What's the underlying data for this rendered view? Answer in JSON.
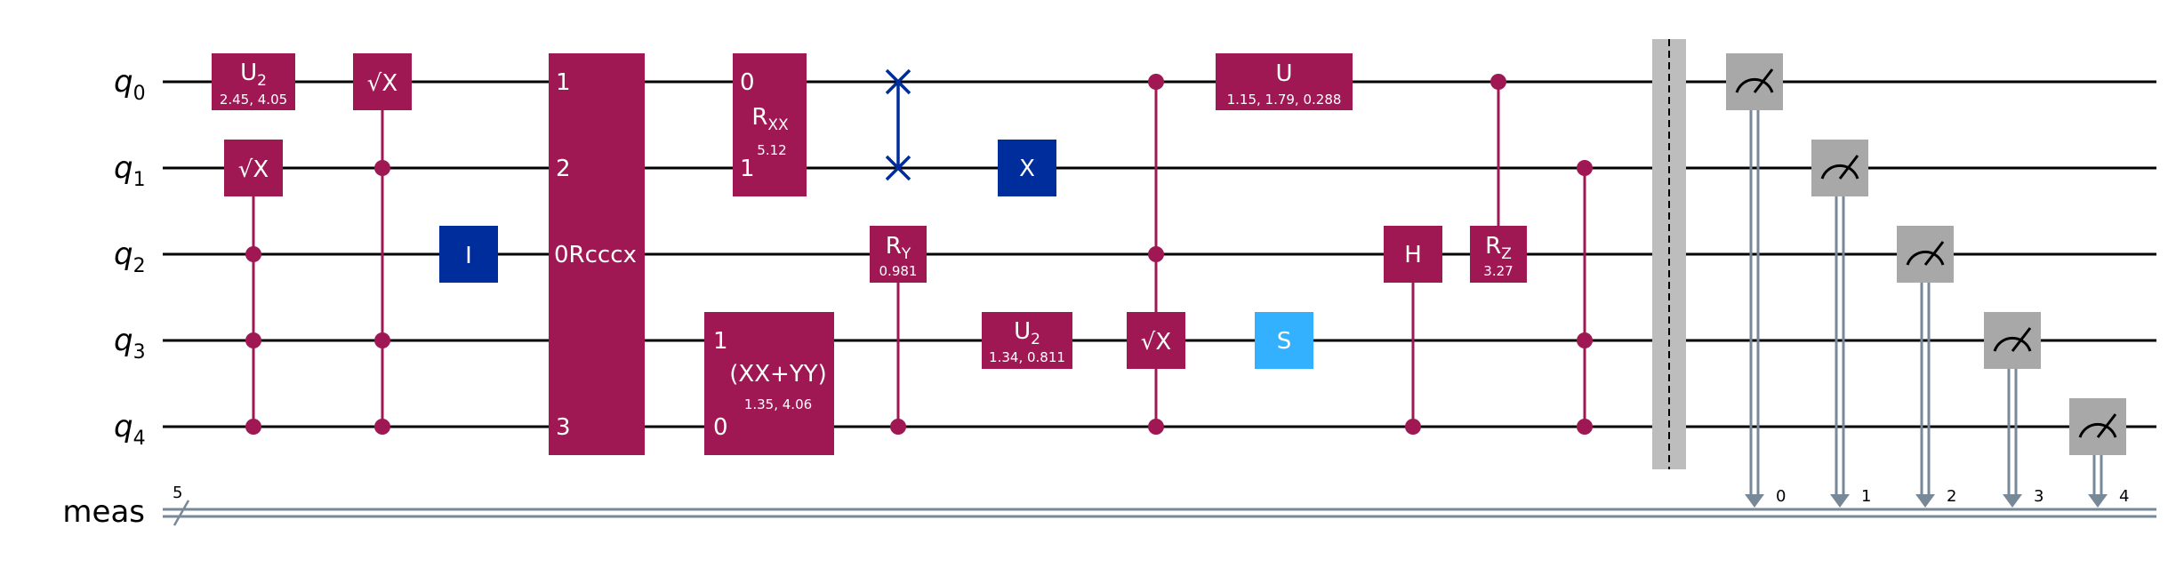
{
  "qubits": [
    "q",
    "q",
    "q",
    "q",
    "q"
  ],
  "qubit_indices": [
    "0",
    "1",
    "2",
    "3",
    "4"
  ],
  "classical_register": {
    "label": "meas",
    "width": "5"
  },
  "colors": {
    "gate": "#9f1853",
    "pauli": "#002d9c",
    "clifford": "#33b1ff",
    "measure": "#a8a8a8",
    "barrier": "#bdbdbd",
    "wire": "#000000",
    "classical": "#778899"
  },
  "gates": {
    "u2_a": {
      "label": "U",
      "sub": "2",
      "params": "2.45, 4.05"
    },
    "sx_q1": {
      "label": "√X"
    },
    "csx_a": {
      "label": "√X"
    },
    "id_q2": {
      "label": "I"
    },
    "rcccx": {
      "label": "0Rcccx",
      "pins": [
        "1",
        "2",
        "3"
      ]
    },
    "rxx": {
      "label": "R",
      "sub": "XX",
      "params": "5.12",
      "pins": [
        "0",
        "1"
      ]
    },
    "xxyy": {
      "label": "(XX+YY)",
      "params": "1.35, 4.06",
      "pins": [
        "1",
        "0"
      ]
    },
    "swap": {
      "icon": "swap-icon"
    },
    "cry": {
      "label": "R",
      "sub": "Y",
      "params": "0.981"
    },
    "x_q1": {
      "label": "X"
    },
    "u2_b": {
      "label": "U",
      "sub": "2",
      "params": "1.34, 0.811"
    },
    "ccsx": {
      "label": "√X"
    },
    "u_q0": {
      "label": "U",
      "params": "1.15, 1.79, 0.288"
    },
    "s_q3": {
      "label": "S"
    },
    "ch": {
      "label": "H"
    },
    "crz": {
      "label": "R",
      "sub": "Z",
      "params": "3.27"
    },
    "ccz": {
      "icon": "control-dot-icon"
    }
  },
  "measurements": [
    {
      "qubit": 0,
      "bit": "0"
    },
    {
      "qubit": 1,
      "bit": "1"
    },
    {
      "qubit": 2,
      "bit": "2"
    },
    {
      "qubit": 3,
      "bit": "3"
    },
    {
      "qubit": 4,
      "bit": "4"
    }
  ]
}
